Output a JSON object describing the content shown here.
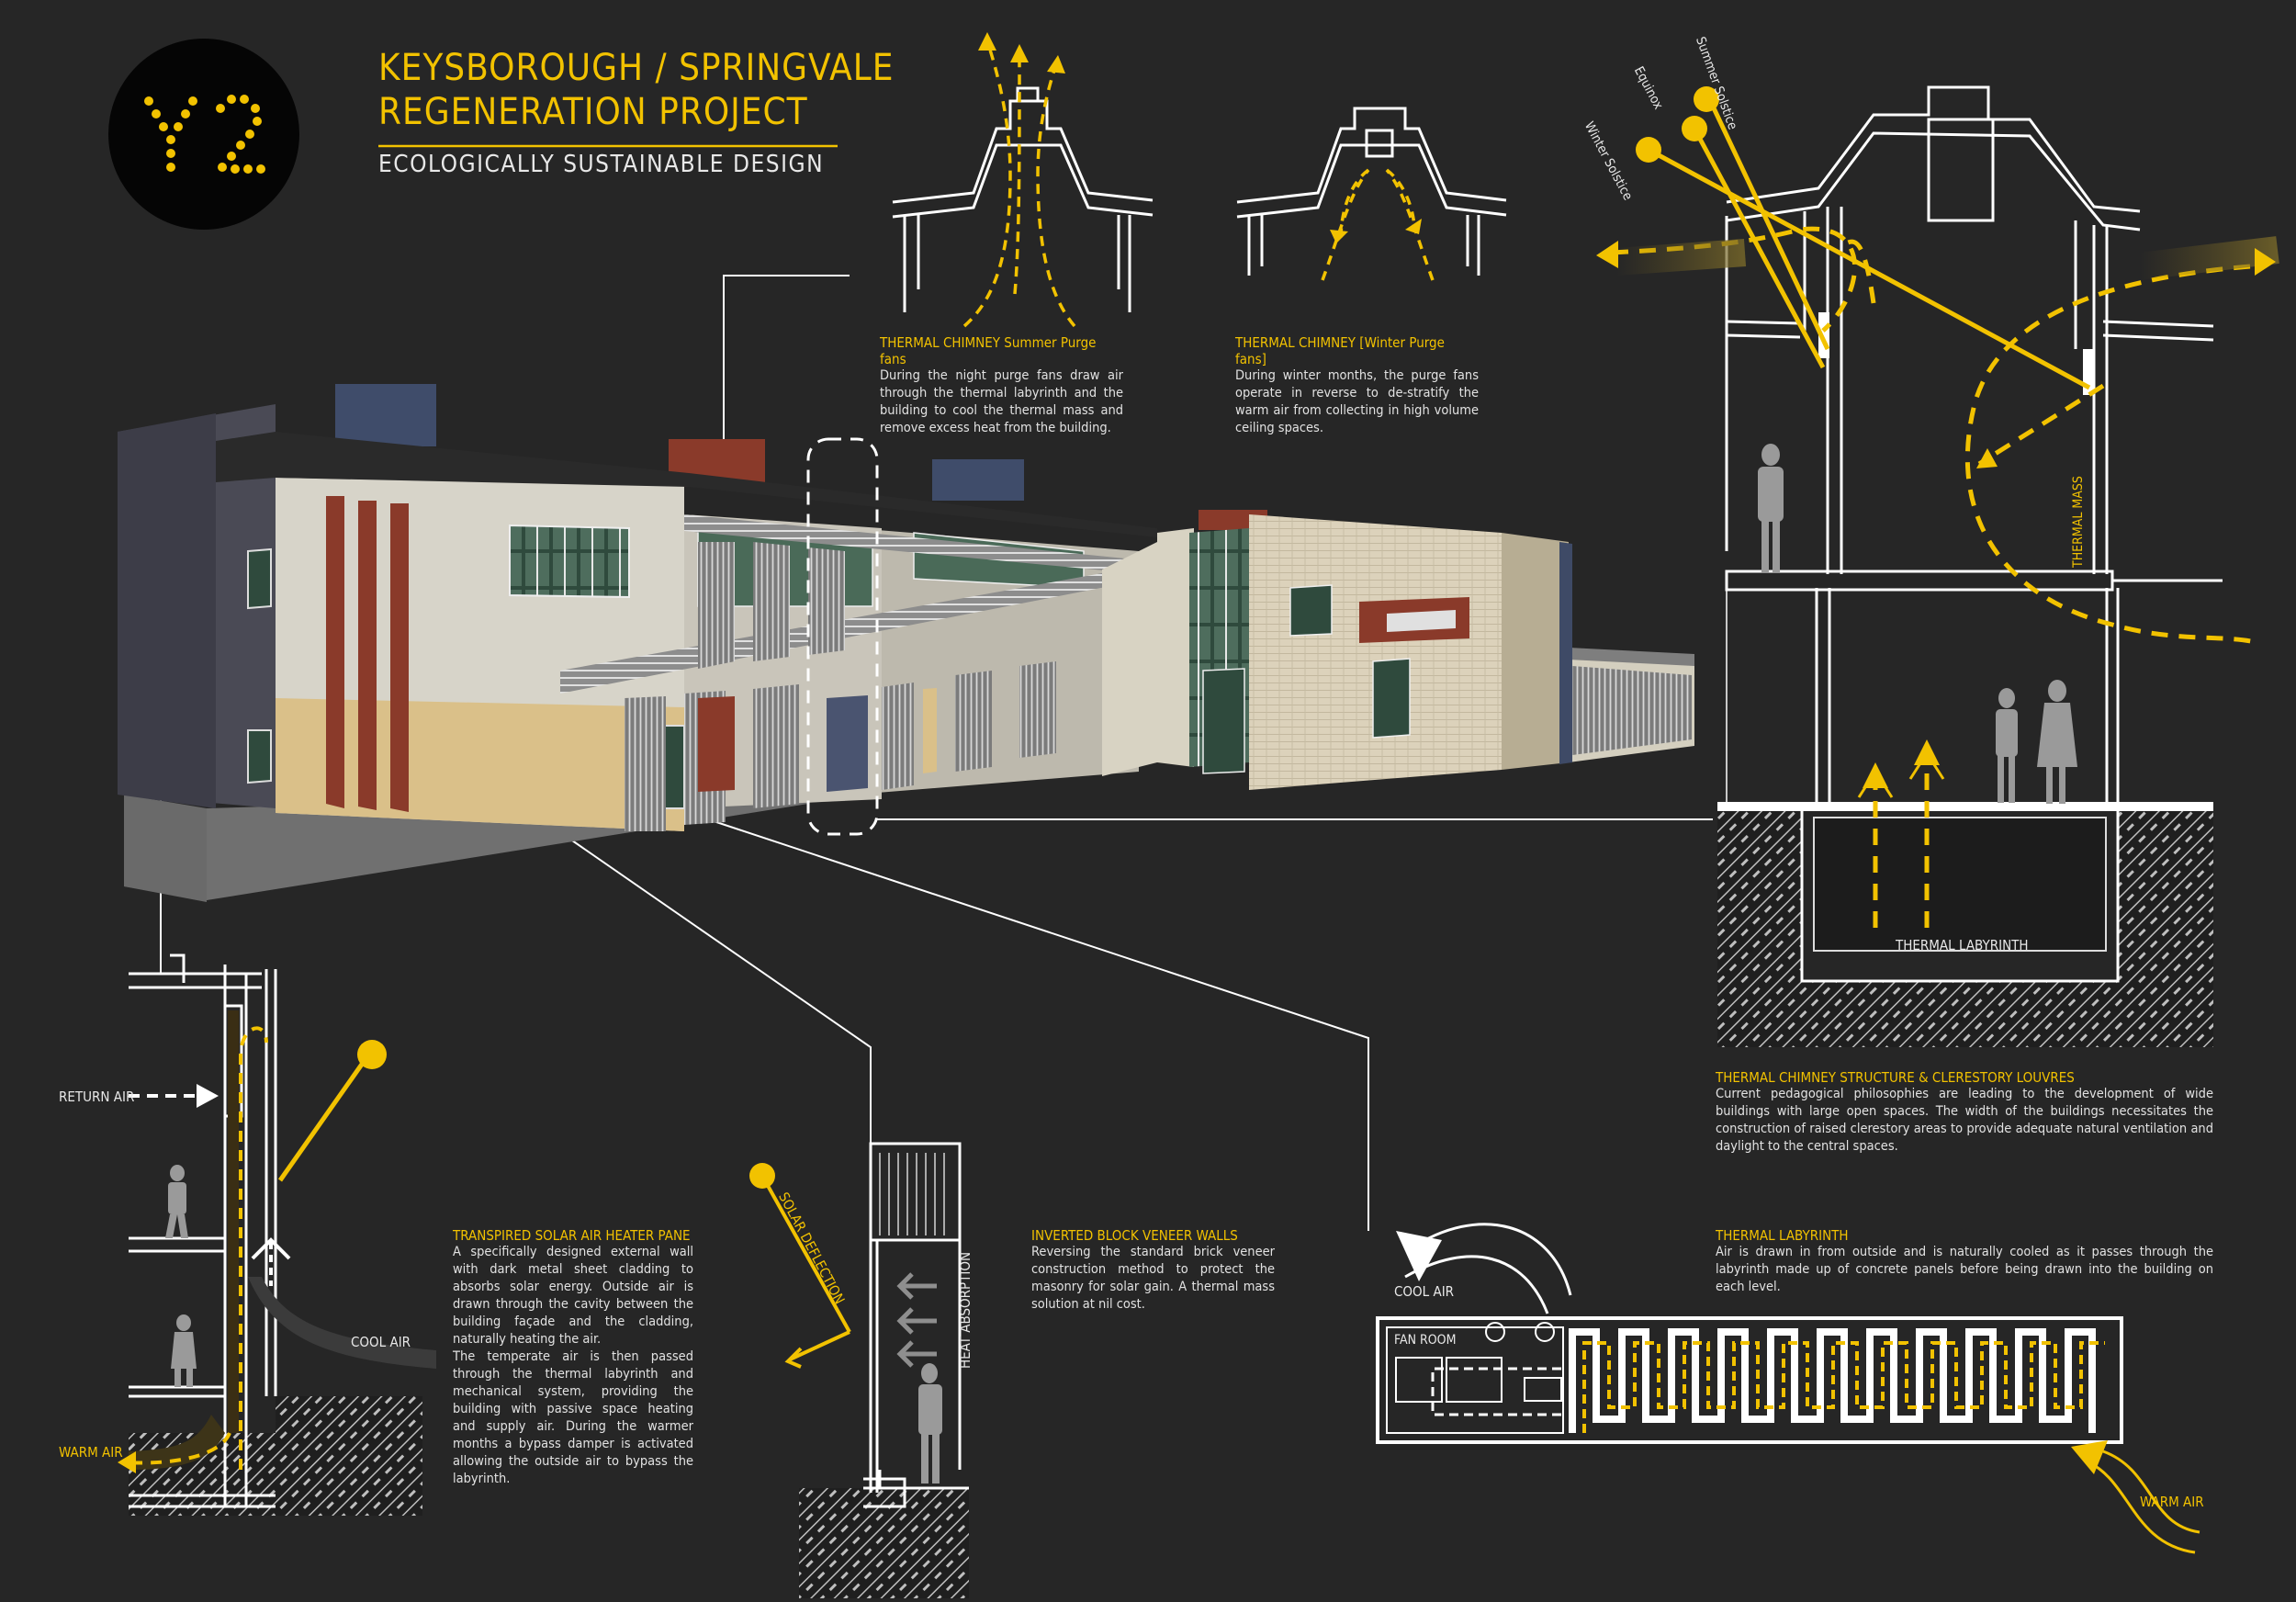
{
  "header": {
    "logo_text": "Y2",
    "title_line1": "KEYSBOROUGH / SPRINGVALE",
    "title_line2": "REGENERATION PROJECT",
    "subtitle": "ECOLOGICALLY SUSTAINABLE DESIGN"
  },
  "colors": {
    "background": "#262626",
    "accent": "#f2c200",
    "line": "#ffffff"
  },
  "captions": {
    "summer": {
      "title": "THERMAL CHIMNEY Summer Purge fans",
      "body": "During the night purge fans draw air through the thermal labyrinth and the building to cool the thermal mass and remove excess heat from the building."
    },
    "winter": {
      "title": "THERMAL CHIMNEY [Winter Purge fans]",
      "body": "During winter months, the purge fans operate in reverse to de-stratify the warm air from collecting in high volume ceiling spaces."
    },
    "chimney": {
      "title": "THERMAL CHIMNEY STRUCTURE & CLERESTORY LOUVRES",
      "body": "Current pedagogical philosophies are leading to the development of wide buildings with large open spaces. The width of the buildings necessitates the construction of raised clerestory areas to provide adequate natural ventilation and daylight to the central spaces."
    },
    "solar": {
      "title": "TRANSPIRED SOLAR AIR HEATER PANE",
      "body1": "A specifically designed external wall with dark metal sheet cladding to absorbs solar energy. Outside air is drawn through the cavity between the building façade and the cladding, naturally heating the air.",
      "body2": "The temperate air is then passed through the thermal labyrinth and mechanical system, providing the building with passive space heating and supply air. During the warmer months a bypass damper is activated allowing the outside air to bypass the labyrinth."
    },
    "veneer": {
      "title": "INVERTED BLOCK VENEER WALLS",
      "body": "Reversing the standard brick veneer construction method to protect the masonry for solar gain. A thermal mass solution at nil cost."
    },
    "labyrinth": {
      "title": "THERMAL LABYRINTH",
      "body": "Air is drawn in from outside and is naturally cooled as it passes through the labyrinth made up of concrete panels before being drawn into the building on each level."
    }
  },
  "labels": {
    "winter_solstice": "Winter Solstice",
    "equinox": "Equinox",
    "summer_solstice": "Summer Solstice",
    "thermal_mass": "THERMAL MASS",
    "thermal_labyrinth": "THERMAL LABYRINTH",
    "return_air": "RETURN AIR",
    "cool_air_left": "COOL AIR",
    "warm_air_left": "WARM AIR",
    "solar_deflection": "SOLAR DEFLECTION",
    "heat_absorption": "HEAT ABSORPTION",
    "cool_air_right": "COOL AIR",
    "fan_room": "FAN ROOM",
    "warm_air_right": "WARM AIR"
  }
}
